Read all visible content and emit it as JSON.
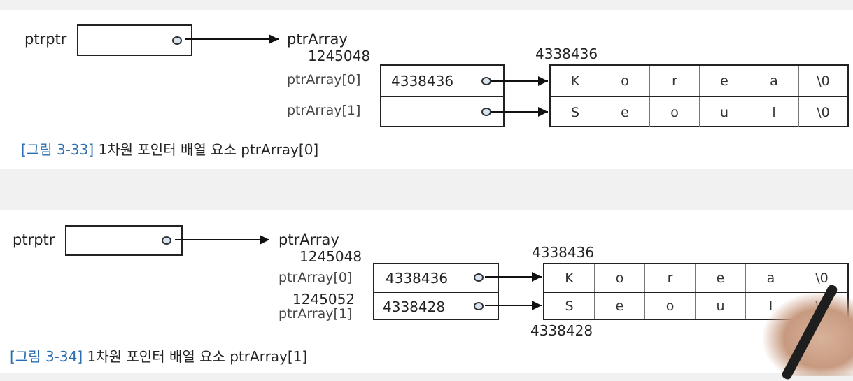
{
  "figure1": {
    "ptrptr_label": "ptrptr",
    "ptrarray_label": "ptrArray",
    "base_address": "1245048",
    "string_address": "4338436",
    "row0_label": "ptrArray[0]",
    "row0_value": "4338436",
    "row1_label": "ptrArray[1]",
    "row1_value": "",
    "row0_chars": [
      "K",
      "o",
      "r",
      "e",
      "a",
      "\\0"
    ],
    "row1_chars": [
      "S",
      "e",
      "o",
      "u",
      "l",
      "\\0"
    ],
    "caption_tag": "[그림 3-33]",
    "caption_text": "1차원 포인터 배열 요소 ptrArray[0]"
  },
  "figure2": {
    "ptrptr_label": "ptrptr",
    "ptrarray_label": "ptrArray",
    "base_address": "1245048",
    "second_address": "1245052",
    "string_address": "4338436",
    "string2_address": "4338428",
    "row0_label": "ptrArray[0]",
    "row0_value": "4338436",
    "row1_label": "ptrArray[1]",
    "row1_value": "4338428",
    "row0_chars": [
      "K",
      "o",
      "r",
      "e",
      "a",
      "\\0"
    ],
    "row1_chars": [
      "S",
      "e",
      "o",
      "u",
      "l",
      "\\0"
    ],
    "caption_tag": "[그림 3-34]",
    "caption_text": "1차원 포인터 배열 요소 ptrArray[1]"
  },
  "colors": {
    "caption_tag": "#2a6db2",
    "dot_fill": "#d9e4f2",
    "panel": "#ffffff",
    "background": "#f1f1f1"
  }
}
